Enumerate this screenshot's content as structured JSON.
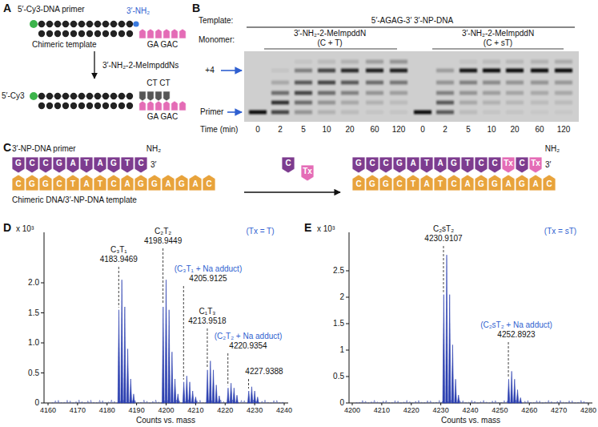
{
  "diagram": {
    "labels": [
      "A",
      "5′-Cy3-DNA primer",
      "3′-NH₂",
      "Chimeric template",
      "GA GAC",
      "3′-NH₂-2-MeImpddNs",
      "5′-Cy3",
      "CT CT",
      "GA GAC",
      "B",
      "Template:",
      "5′-AGAG-3′ 3′-NP-DNA",
      "Monomer:",
      "3′-NH₂-2-MeImpddN",
      "(C + T)",
      "3′-NH₂-2-MeImpddN",
      "(C + sT)",
      "+4",
      "Primer",
      "Time (min)",
      "0",
      "2",
      "5",
      "10",
      "20",
      "60",
      "120",
      "0",
      "2",
      "5",
      "10",
      "20",
      "60",
      "120",
      "C",
      "3′-NP-DNA primer",
      "NH₂",
      "3′",
      "G",
      "C",
      "C",
      "G",
      "A",
      "T",
      "A",
      "G",
      "T",
      "C",
      "C",
      "G",
      "G",
      "C",
      "T",
      "A",
      "T",
      "C",
      "A",
      "G",
      "G",
      "A",
      "G",
      "A",
      "C",
      "Chimeric DNA/3′-NP-DNA template",
      "C",
      "Tx",
      "NH₂",
      "3′",
      "G",
      "C",
      "C",
      "G",
      "A",
      "T",
      "A",
      "G",
      "T",
      "C",
      "C",
      "Tx",
      "C",
      "Tx",
      "C",
      "G",
      "G",
      "C",
      "T",
      "A",
      "T",
      "C",
      "A",
      "G",
      "G",
      "A",
      "G",
      "A",
      "C",
      "D",
      "x 10³",
      "2.0",
      "1.5",
      "1.0",
      "0.5",
      "0",
      "(Tx = T)",
      "C₃T₁",
      "4183.9469",
      "C₂T₂",
      "4198.9449",
      "(C₃T₁ + Na adduct)",
      "4205.9125",
      "C₁T₃",
      "4213.9518",
      "(C₂T₂ + Na adduct)",
      "4220.9354",
      "4227.9388",
      "4160",
      "4170",
      "4180",
      "4190",
      "4200",
      "4210",
      "4220",
      "4230",
      "4240",
      "Counts vs. mass",
      "E",
      "x 10³",
      "2.5",
      "2",
      "1.5",
      "1",
      "0.5",
      "0",
      "(Tx = sT)",
      "C₂sT₂",
      "4230.9107",
      "(C₂sT₂ + Na adduct)",
      "4252.8923",
      "4200",
      "4210",
      "4220",
      "4230",
      "4240",
      "4250",
      "4260",
      "4270",
      "4280",
      "Counts vs. mass"
    ]
  }
}
